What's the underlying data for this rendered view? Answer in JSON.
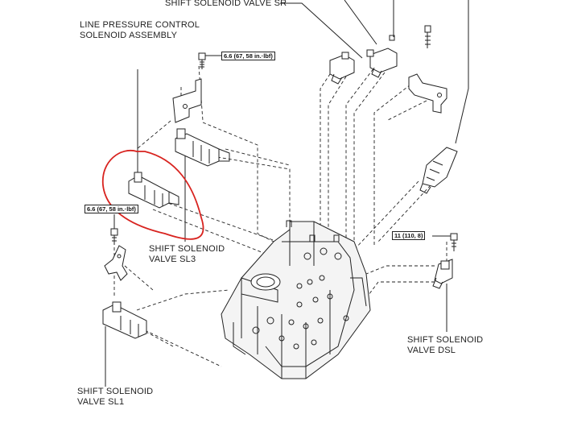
{
  "labels": {
    "shift_sr": "SHIFT SOLENOID VALVE SR",
    "line_pressure_line1": "LINE PRESSURE CONTROL",
    "line_pressure_line2": "SOLENOID ASSEMBLY",
    "sl3_line1": "SHIFT SOLENOID",
    "sl3_line2": "VALVE SL3",
    "sl1_line1": "SHIFT SOLENOID",
    "sl1_line2": "VALVE SL1",
    "dsl_line1": "SHIFT SOLENOID",
    "dsl_line2": "VALVE DSL"
  },
  "torque": {
    "top": "6.6 (67, 58 in.·lbf)",
    "left": "6.6 (67, 58 in.·lbf)",
    "right": "11 (110, 8)"
  },
  "colors": {
    "line": "#222222",
    "highlight": "#d8231f"
  }
}
